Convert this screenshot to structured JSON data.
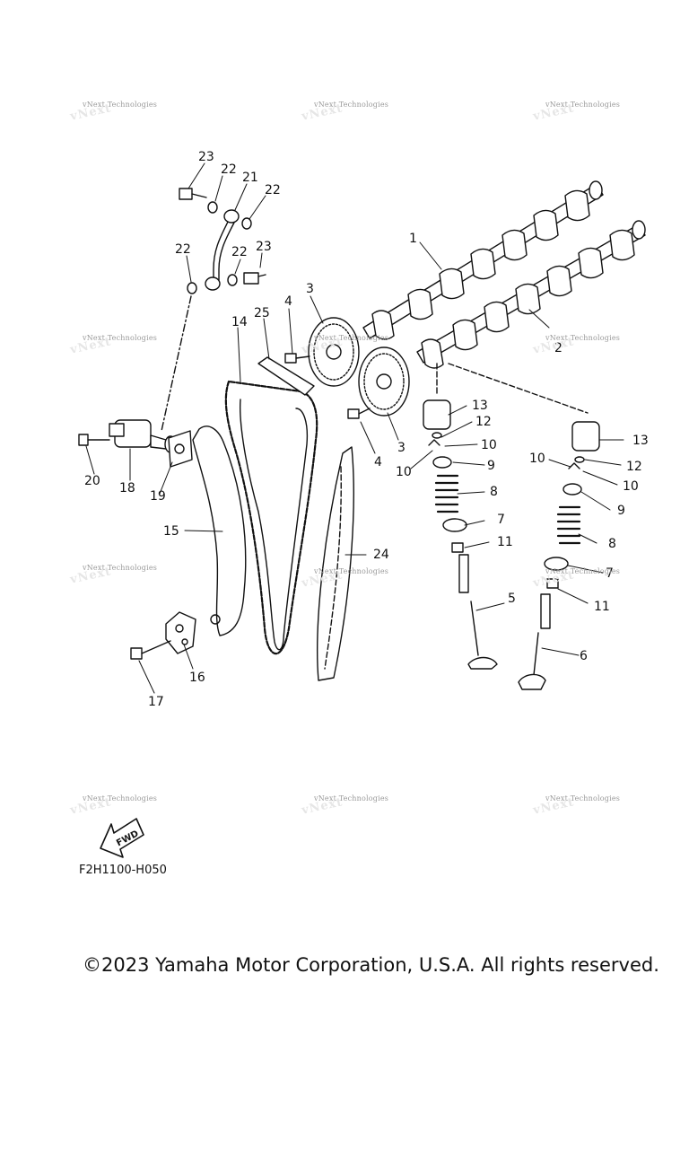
{
  "watermarks": [
    "vNext Technologies",
    "vNext Technologies",
    "vNext Technologies",
    "vNext Technologies",
    "vNext Technologies",
    "vNext Technologies",
    "vNext Technologies",
    "vNext Technologies",
    "vNext Technologies",
    "vNext Technologies",
    "vNext Technologies",
    "vNext Technologies"
  ],
  "callouts": [
    "1",
    "2",
    "3",
    "3",
    "4",
    "4",
    "5",
    "6",
    "7",
    "7",
    "8",
    "8",
    "9",
    "9",
    "10",
    "10",
    "10",
    "10",
    "11",
    "11",
    "12",
    "12",
    "13",
    "13",
    "14",
    "15",
    "16",
    "17",
    "18",
    "19",
    "20",
    "21",
    "22",
    "22",
    "22",
    "22",
    "23",
    "23",
    "24",
    "25"
  ],
  "fwd_label": "FWD",
  "diagram_code": "F2H1100-H050",
  "copyright": "©2023 Yamaha Motor Corporation, U.S.A. All rights reserved."
}
